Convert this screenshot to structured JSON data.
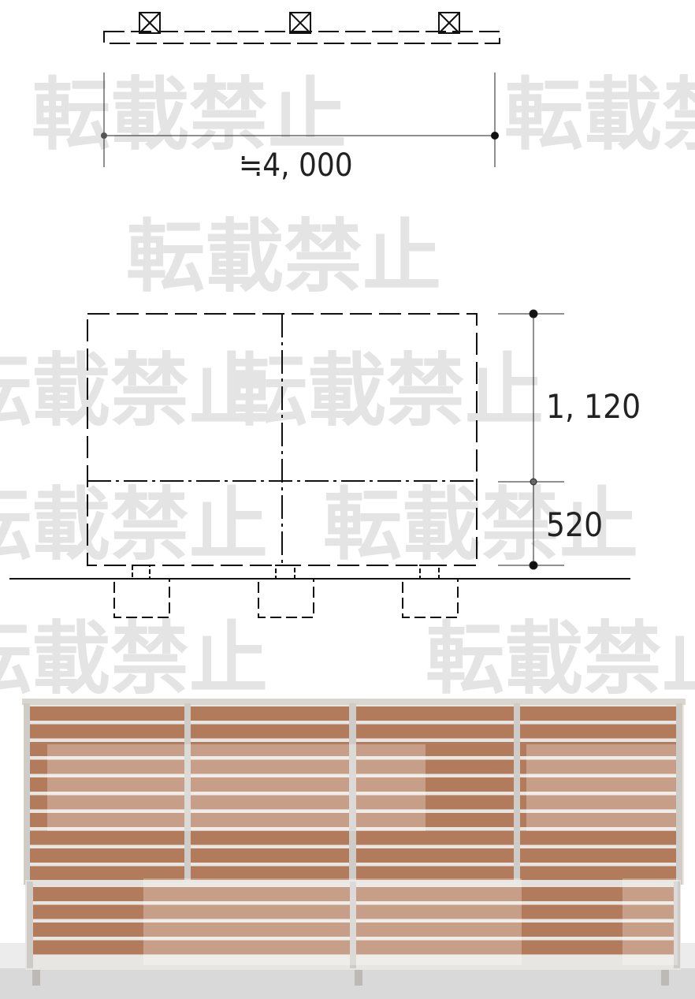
{
  "plan": {
    "width_label": "≒4, 000"
  },
  "elevation": {
    "upper_height_label": "1, 120",
    "lower_height_label": "520"
  },
  "watermark": {
    "text": "転載禁止"
  },
  "colors": {
    "line": "#111111",
    "dim_line": "#222222",
    "slat": "#b27b5c",
    "frame": "#d6d3cf",
    "ground": "#d9d9d9"
  }
}
